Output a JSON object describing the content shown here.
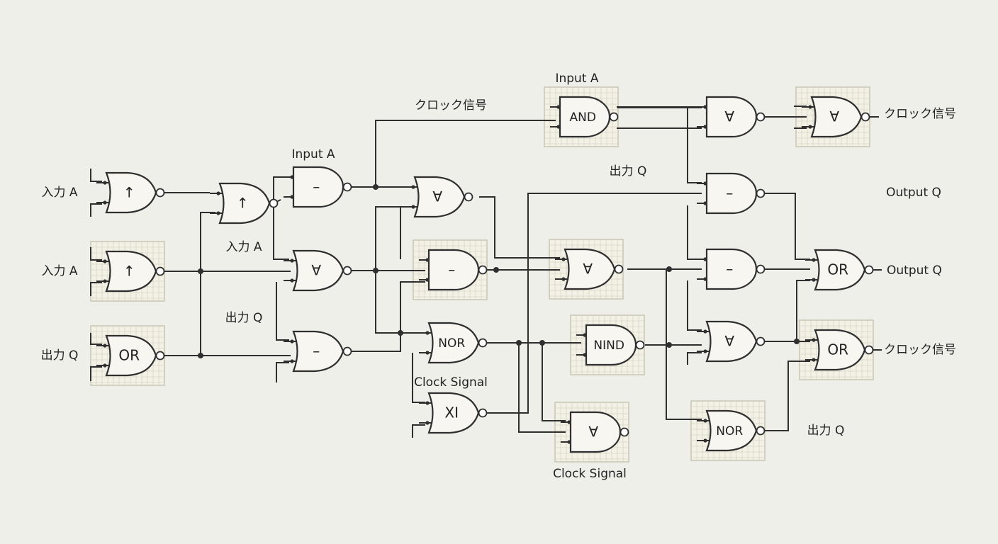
{
  "gates": [
    {
      "id": "g1",
      "symbol": "↑",
      "kind": "or",
      "padded": false
    },
    {
      "id": "g2",
      "symbol": "↑",
      "kind": "or",
      "padded": true
    },
    {
      "id": "g3",
      "symbol": "OR",
      "kind": "or",
      "padded": true
    },
    {
      "id": "g4",
      "symbol": "↑",
      "kind": "or",
      "padded": false
    },
    {
      "id": "g5",
      "symbol": "–",
      "kind": "and",
      "padded": false
    },
    {
      "id": "g6",
      "symbol": "∀",
      "kind": "or",
      "padded": false
    },
    {
      "id": "g7",
      "symbol": "–",
      "kind": "or",
      "padded": false
    },
    {
      "id": "g8",
      "symbol": "∀",
      "kind": "or",
      "padded": false
    },
    {
      "id": "g9",
      "symbol": "–",
      "kind": "and",
      "padded": true
    },
    {
      "id": "g10",
      "symbol": "NOR",
      "kind": "or",
      "padded": false
    },
    {
      "id": "g11",
      "symbol": "XI",
      "kind": "or",
      "padded": false
    },
    {
      "id": "g12",
      "symbol": "AND",
      "kind": "and",
      "padded": true
    },
    {
      "id": "g13",
      "symbol": "∀",
      "kind": "or",
      "padded": true
    },
    {
      "id": "g14",
      "symbol": "NIND",
      "kind": "and",
      "padded": true
    },
    {
      "id": "g15",
      "symbol": "∀",
      "kind": "and",
      "padded": true
    },
    {
      "id": "g16",
      "symbol": "∀",
      "kind": "and",
      "padded": false
    },
    {
      "id": "g17",
      "symbol": "–",
      "kind": "and",
      "padded": false
    },
    {
      "id": "g18",
      "symbol": "–",
      "kind": "and",
      "padded": false
    },
    {
      "id": "g19",
      "symbol": "∀",
      "kind": "or",
      "padded": false
    },
    {
      "id": "g20",
      "symbol": "NOR",
      "kind": "or",
      "padded": true
    },
    {
      "id": "g21",
      "symbol": "∀",
      "kind": "or",
      "padded": true
    },
    {
      "id": "g22",
      "symbol": "OR",
      "kind": "or",
      "padded": false
    },
    {
      "id": "g23",
      "symbol": "OR",
      "kind": "or",
      "padded": true
    }
  ],
  "labels": [
    {
      "id": "in1",
      "text": "入力 A"
    },
    {
      "id": "in2",
      "text": "入力 A"
    },
    {
      "id": "in3",
      "text": "出力 Q"
    },
    {
      "id": "l4",
      "text": "入力 A"
    },
    {
      "id": "l5",
      "text": "出力 Q"
    },
    {
      "id": "l6",
      "text": "Input A"
    },
    {
      "id": "l7",
      "text": "クロック信号"
    },
    {
      "id": "l8",
      "text": "Input A"
    },
    {
      "id": "l9",
      "text": "出力 Q"
    },
    {
      "id": "l10",
      "text": "Clock Signal"
    },
    {
      "id": "l11",
      "text": "Clock Signal"
    },
    {
      "id": "out1",
      "text": "クロック信号"
    },
    {
      "id": "out2",
      "text": "Output Q"
    },
    {
      "id": "out3",
      "text": "Output Q"
    },
    {
      "id": "out4",
      "text": "クロック信号"
    },
    {
      "id": "out5",
      "text": "出力 Q"
    }
  ]
}
